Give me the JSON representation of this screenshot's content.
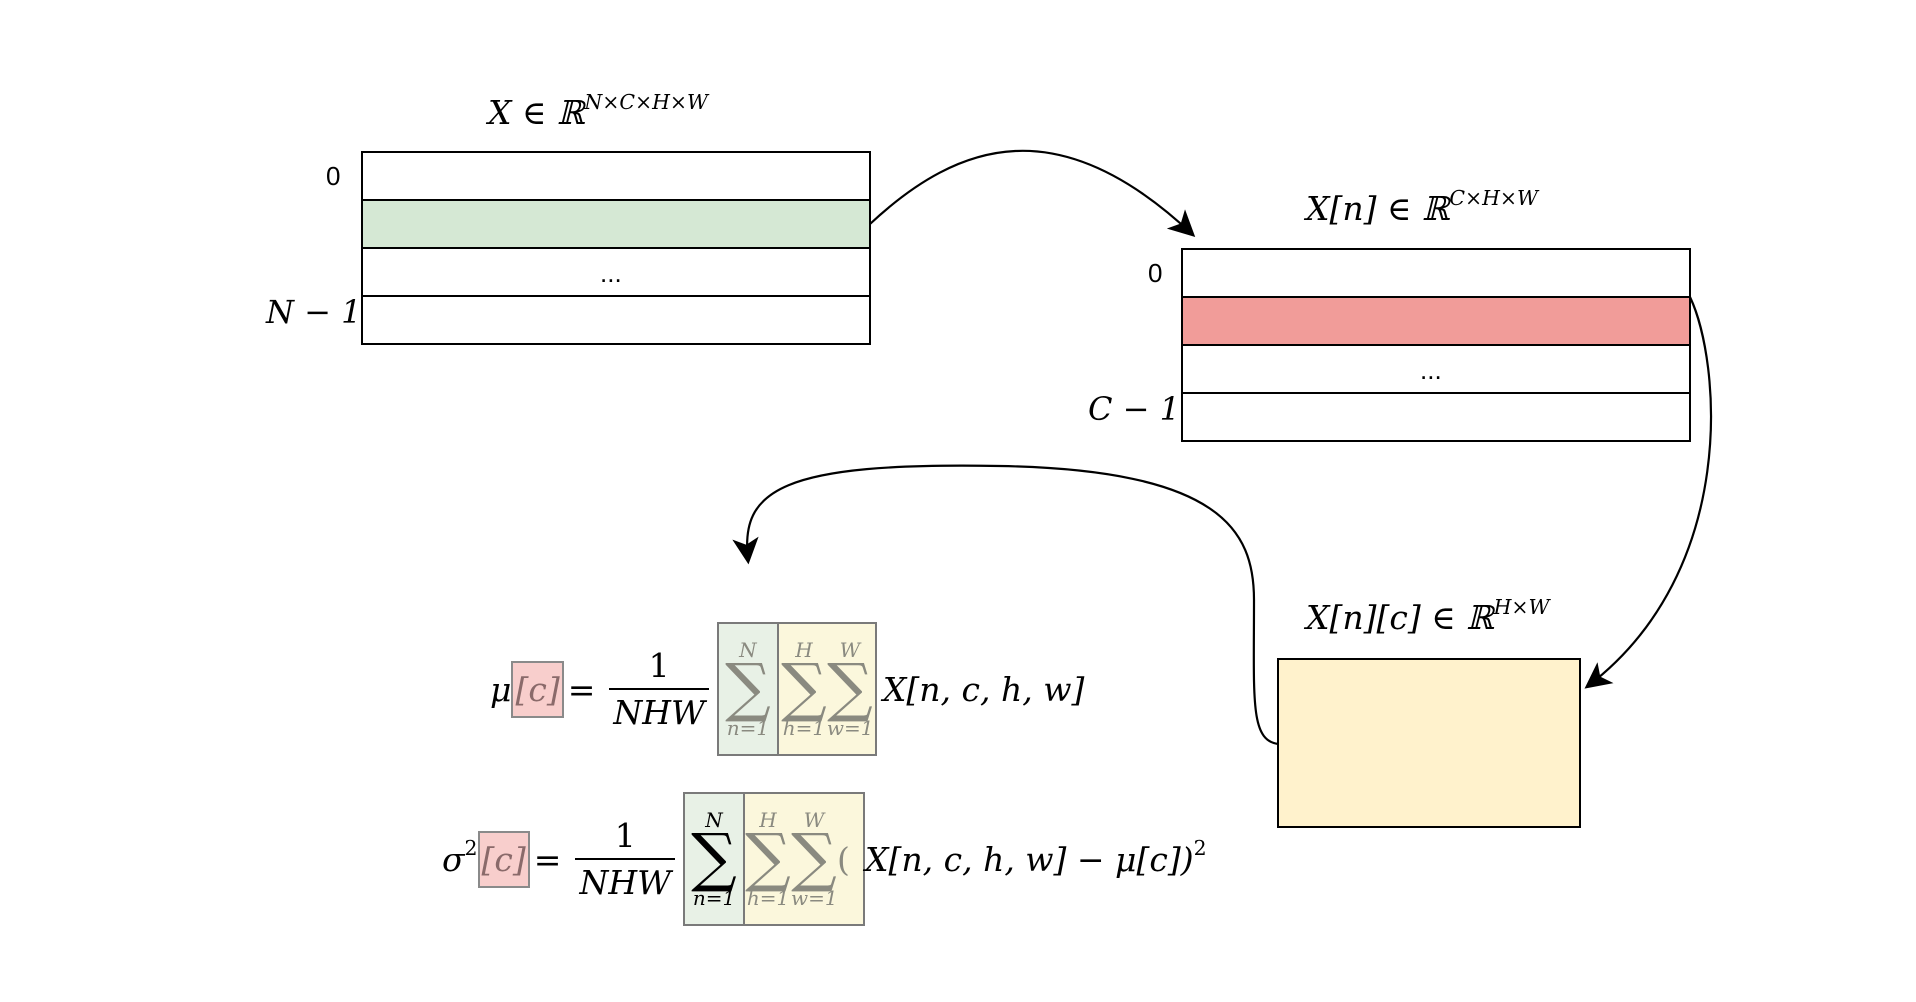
{
  "tensor_x": {
    "label": "X ∈ ℝ",
    "sup": "N×C×H×W",
    "row_first": "0",
    "row_ellipsis": "...",
    "row_last": "N − 1",
    "highlight_color": "#d5e8d4"
  },
  "tensor_xn": {
    "label": "X[n] ∈ ℝ",
    "sup": "C×H×W",
    "row_first": "0",
    "row_ellipsis": "...",
    "row_last": "C − 1",
    "highlight_color": "#f19c99"
  },
  "tensor_xnc": {
    "label": "X[n][c] ∈ ℝ",
    "sup": "H×W",
    "fill_color": "#fff2cc"
  },
  "mean_formula": {
    "lhs": "μ",
    "index": "c",
    "eq": "=",
    "num": "1",
    "den": "NHW",
    "sum_n_top": "N",
    "sum_n_bot": "n=1",
    "sum_h_top": "H",
    "sum_h_bot": "h=1",
    "sum_w_top": "W",
    "sum_w_bot": "w=1",
    "sigma": "∑",
    "body": "X[n, c, h, w]"
  },
  "var_formula": {
    "lhs": "σ",
    "lhs_sup": "2",
    "index": "c",
    "eq": "=",
    "num": "1",
    "den": "NHW",
    "sum_n_top": "N",
    "sum_n_bot": "n=1",
    "sum_h_top": "H",
    "sum_h_bot": "h=1",
    "sum_w_top": "W",
    "sum_w_bot": "w=1",
    "sigma": "∑",
    "body_open": "(",
    "body": "X[n, c, h, w] − μ[c])",
    "body_sup": "2"
  }
}
